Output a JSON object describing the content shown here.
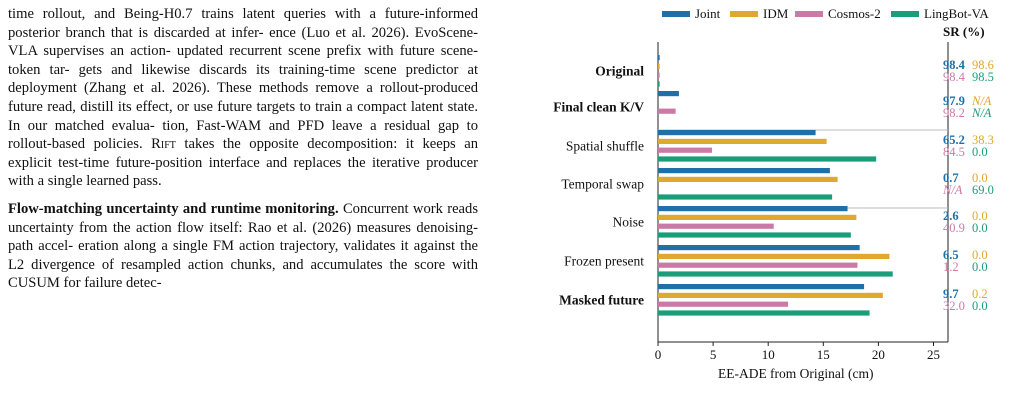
{
  "text_column": {
    "lines_p1": [
      "time rollout, and Being-H0.7 trains latent queries with a",
      "future-informed posterior branch that is discarded at infer-",
      "ence (Luo et al. 2026). EvoScene-VLA supervises an action-",
      "updated recurrent scene prefix with future scene-token tar-",
      "gets and likewise discards its training-time scene predictor",
      "at deployment (Zhang et al. 2026). These methods remove",
      "a rollout-produced future read, distill its effect, or use future",
      "targets to train a compact latent state. In our matched evalua-",
      "tion, Fast-WAM and PFD leave a residual gap to rollout-based"
    ],
    "p1_last_pre": "policies. ",
    "p1_smallcaps": "Rift",
    "p1_last_post": " takes the opposite decomposition: it keeps an",
    "lines_p1_tail": [
      "explicit test-time future-position interface and replaces the",
      "iterative producer with a single learned pass."
    ],
    "p2_head": "Flow-matching uncertainty and runtime monitoring.",
    "lines_p2": [
      "Concurrent work reads uncertainty from the action flow",
      "itself:  Rao et al. (2026) measures denoising-path accel-",
      "eration along a single FM action trajectory, validates it",
      "against the L2 divergence of resampled action chunks,",
      "and accumulates the score with CUSUM for failure detec-"
    ]
  },
  "colors": {
    "Joint": "#1f6fa8",
    "IDM": "#e0a82e",
    "Cosmos-2": "#cc79a7",
    "LingBot-VA": "#1a9e7a"
  },
  "chart_data": {
    "type": "bar",
    "orientation": "horizontal",
    "xlabel": "EE-ADE from Original (cm)",
    "xlim": [
      0,
      26
    ],
    "xticks": [
      0,
      5,
      10,
      15,
      20,
      25
    ],
    "legend_position": "top",
    "sr_header": "SR (%)",
    "series_names": [
      "Joint",
      "IDM",
      "Cosmos-2",
      "LingBot-VA"
    ],
    "categories": [
      {
        "label": "Original",
        "bold": true,
        "values": [
          0.15,
          0.15,
          0.15,
          0.15
        ],
        "sr": [
          "98.4",
          "98.6",
          "98.4",
          "98.5"
        ]
      },
      {
        "label": "Final clean K/V",
        "bold": true,
        "values": [
          1.9,
          null,
          1.6,
          null
        ],
        "sr": [
          "97.9",
          "N/A",
          "98.2",
          "N/A"
        ]
      },
      {
        "label": "Spatial shuffle",
        "bold": false,
        "values": [
          14.3,
          15.3,
          4.9,
          19.8
        ],
        "sr": [
          "65.2",
          "38.3",
          "84.5",
          "0.0"
        ]
      },
      {
        "label": "Temporal swap",
        "bold": false,
        "values": [
          15.6,
          16.3,
          null,
          15.8
        ],
        "sr": [
          "0.7",
          "0.0",
          "N/A",
          "69.0"
        ]
      },
      {
        "label": "Noise",
        "bold": false,
        "values": [
          17.2,
          18.0,
          10.5,
          17.5
        ],
        "sr": [
          "2.6",
          "0.0",
          "40.9",
          "0.0"
        ]
      },
      {
        "label": "Frozen present",
        "bold": false,
        "values": [
          18.3,
          21.0,
          18.1,
          21.3
        ],
        "sr": [
          "6.5",
          "0.0",
          "1.2",
          "0.0"
        ]
      },
      {
        "label": "Masked future",
        "bold": true,
        "values": [
          18.7,
          20.4,
          11.8,
          19.2
        ],
        "sr": [
          "9.7",
          "0.2",
          "32.0",
          "0.0"
        ]
      }
    ]
  }
}
